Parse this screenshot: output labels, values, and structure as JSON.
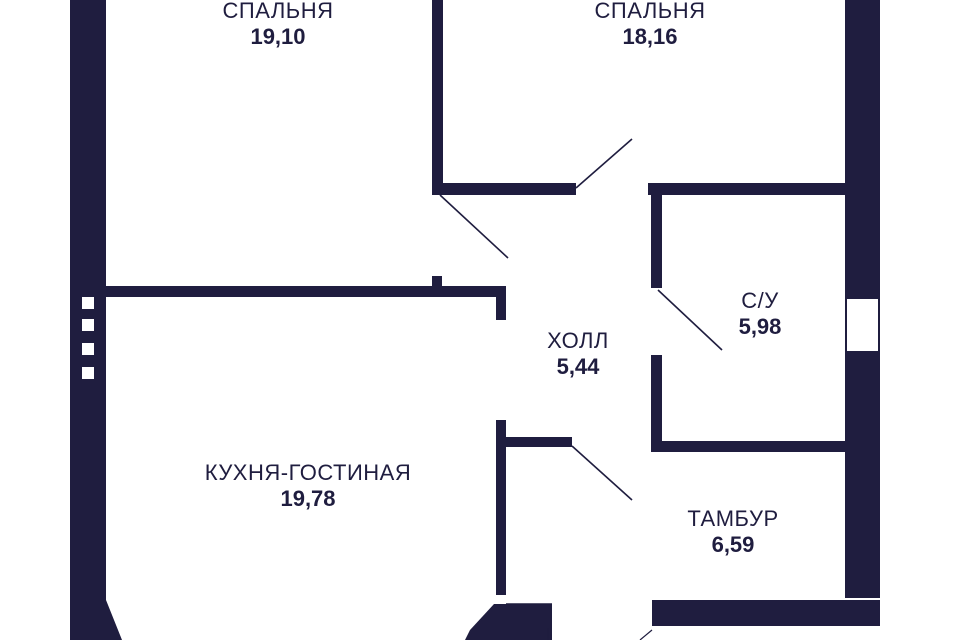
{
  "colors": {
    "wall": "#1f1d3f",
    "background": "#ffffff"
  },
  "rooms": [
    {
      "name": "СПАЛЬНЯ",
      "area": "19,10"
    },
    {
      "name": "СПАЛЬНЯ",
      "area": "18,16"
    },
    {
      "name": "С/У",
      "area": "5,98"
    },
    {
      "name": "ХОЛЛ",
      "area": "5,44"
    },
    {
      "name": "КУХНЯ-ГОСТИНАЯ",
      "area": "19,78"
    },
    {
      "name": "ТАМБУР",
      "area": "6,59"
    }
  ]
}
